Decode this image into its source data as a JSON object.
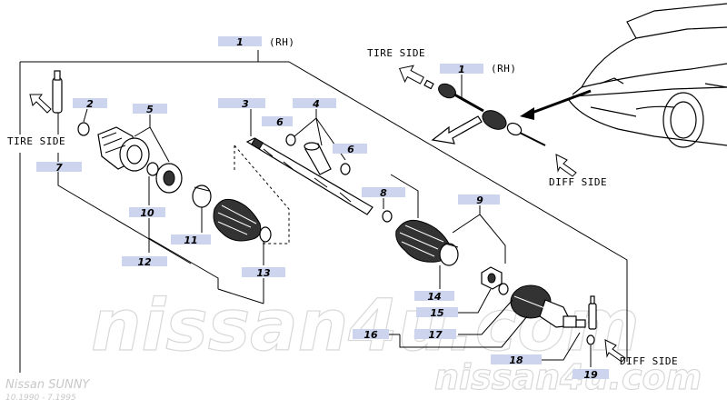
{
  "diagram": {
    "title_number": "1",
    "title_suffix": "(RH)",
    "labels": {
      "l1": "1",
      "l1b": "1",
      "l2": "2",
      "l3": "3",
      "l4": "4",
      "l5": "5",
      "l6a": "6",
      "l6b": "6",
      "l7": "7",
      "l8": "8",
      "l9": "9",
      "l10": "10",
      "l11": "11",
      "l12": "12",
      "l13": "13",
      "l14": "14",
      "l15": "15",
      "l16": "16",
      "l17": "17",
      "l18": "18",
      "l19": "19"
    },
    "rh_tag": "(RH)",
    "tire_side": "TIRE SIDE",
    "diff_side": "DIFF SIDE"
  },
  "watermark": {
    "big": "nissan4u.com",
    "small": "nissan4u.com"
  },
  "caption": {
    "model": "Nissan SUNNY",
    "years": "10.1990 - 7.1995"
  }
}
